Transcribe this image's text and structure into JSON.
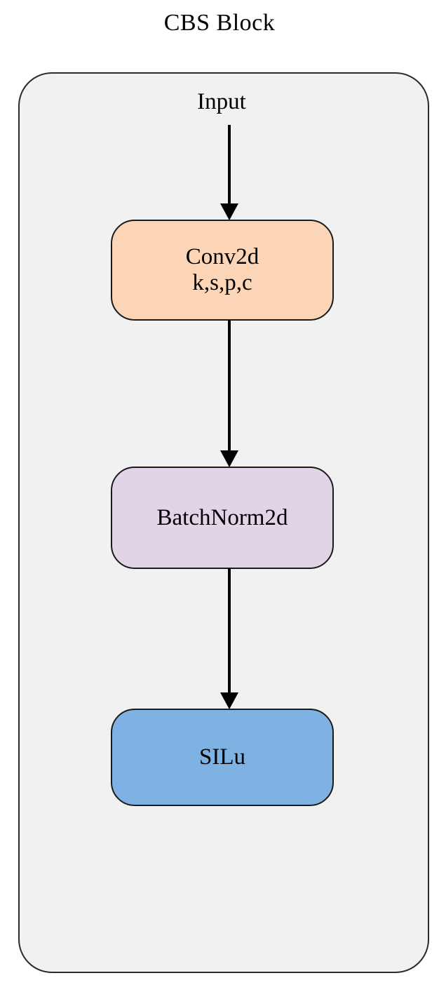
{
  "diagram": {
    "title": "CBS Block",
    "type": "flowchart",
    "orientation": "vertical-top-to-bottom",
    "container": {
      "name": "CBS Block container",
      "fill": "#f1f1f1",
      "border_color": "#2b2b2b"
    },
    "input_label": "Input",
    "nodes": [
      {
        "id": "conv2d",
        "line1": "Conv2d",
        "line2": "k,s,p,c",
        "fill": "#fbd5b5",
        "border_color": "#1a1a1a"
      },
      {
        "id": "batchnorm2d",
        "line1": "BatchNorm2d",
        "line2": "",
        "fill": "#e2d4e7",
        "border_color": "#1a1a1a"
      },
      {
        "id": "silu",
        "line1": "SILu",
        "line2": "",
        "fill": "#7db2e3",
        "border_color": "#1a1a1a"
      }
    ],
    "edges": [
      {
        "id": "input-to-conv2d",
        "from": "Input",
        "to": "Conv2d",
        "label": ""
      },
      {
        "id": "conv2d-to-batchnorm2d",
        "from": "Conv2d",
        "to": "BatchNorm2d",
        "label": ""
      },
      {
        "id": "batchnorm2d-to-silu",
        "from": "BatchNorm2d",
        "to": "SILu",
        "label": ""
      }
    ]
  }
}
